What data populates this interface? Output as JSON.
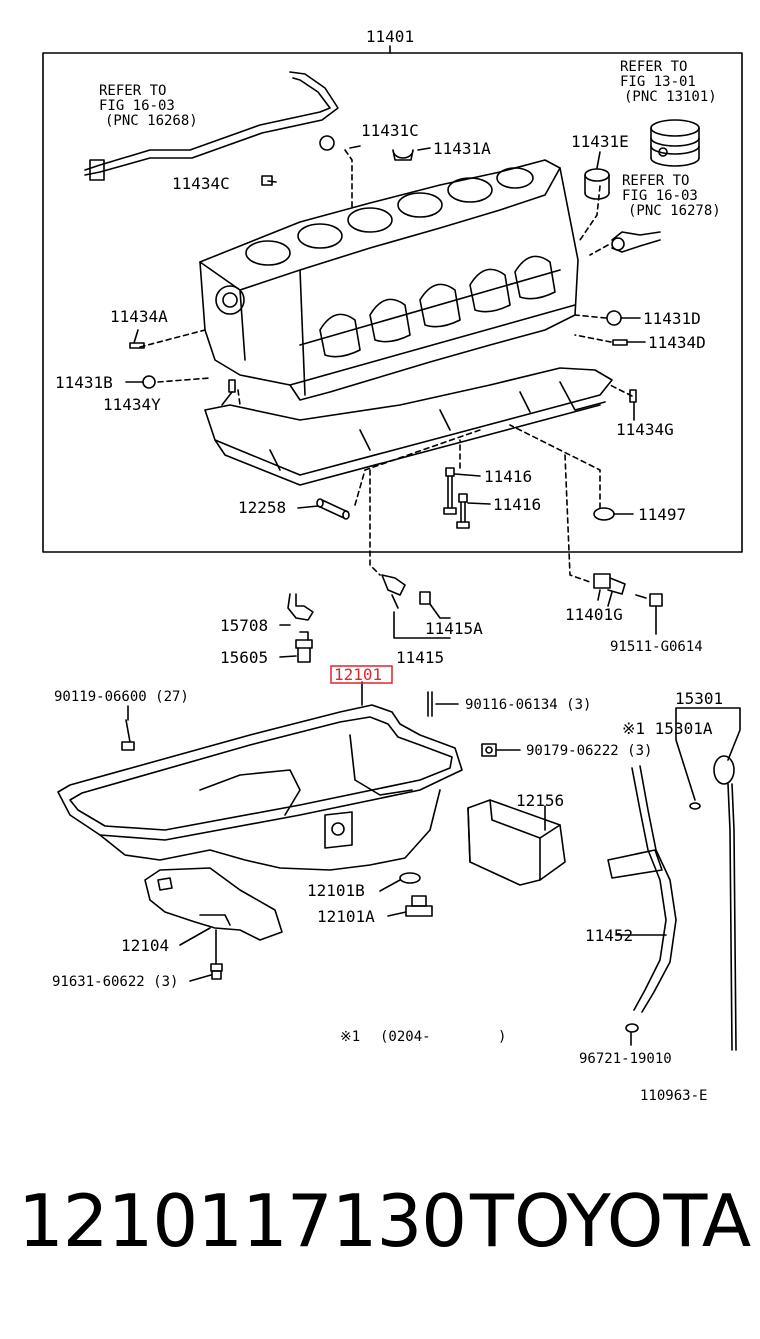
{
  "diagram": {
    "assembly_label": "11401",
    "figure_code": "110963-E",
    "applicability_note": {
      "mark": "※1",
      "range": "(0204-        )"
    },
    "refer_notes": [
      {
        "lines": [
          "REFER TO",
          "FIG 16-03",
          "(PNC 16268)"
        ]
      },
      {
        "lines": [
          "REFER TO",
          "FIG 13-01",
          "(PNC 13101)"
        ]
      },
      {
        "lines": [
          "REFER TO",
          "FIG 16-03",
          "(PNC 16278)"
        ]
      }
    ],
    "part_labels": {
      "p11431C": "11431C",
      "p11431A": "11431A",
      "p11431E": "11431E",
      "p11434C": "11434C",
      "p11434A": "11434A",
      "p11431D": "11431D",
      "p11434D": "11434D",
      "p11431B": "11431B",
      "p11434Y": "11434Y",
      "p11434G": "11434G",
      "p11416a": "11416",
      "p11416b": "11416",
      "p12258": "12258",
      "p11497": "11497",
      "p15708": "15708",
      "p15605": "15605",
      "p11415A": "11415A",
      "p11415": "11415",
      "p11401G": "11401G",
      "p91511": "91511-G0614",
      "p12101": "12101",
      "p90119": "90119-06600 (27)",
      "p90116": "90116-06134 (3)",
      "p90179": "90179-06222 (3)",
      "p15301": "15301",
      "p15301A": "※1 15301A",
      "p12156": "12156",
      "p12101B": "12101B",
      "p12101A": "12101A",
      "p12104": "12104",
      "p91631": "91631-60622 (3)",
      "p11452": "11452",
      "p96721": "96721-19010"
    },
    "highlight_color": "#e0252b"
  },
  "caption": {
    "part_number": "1210117130",
    "brand": "TOYOTA"
  }
}
